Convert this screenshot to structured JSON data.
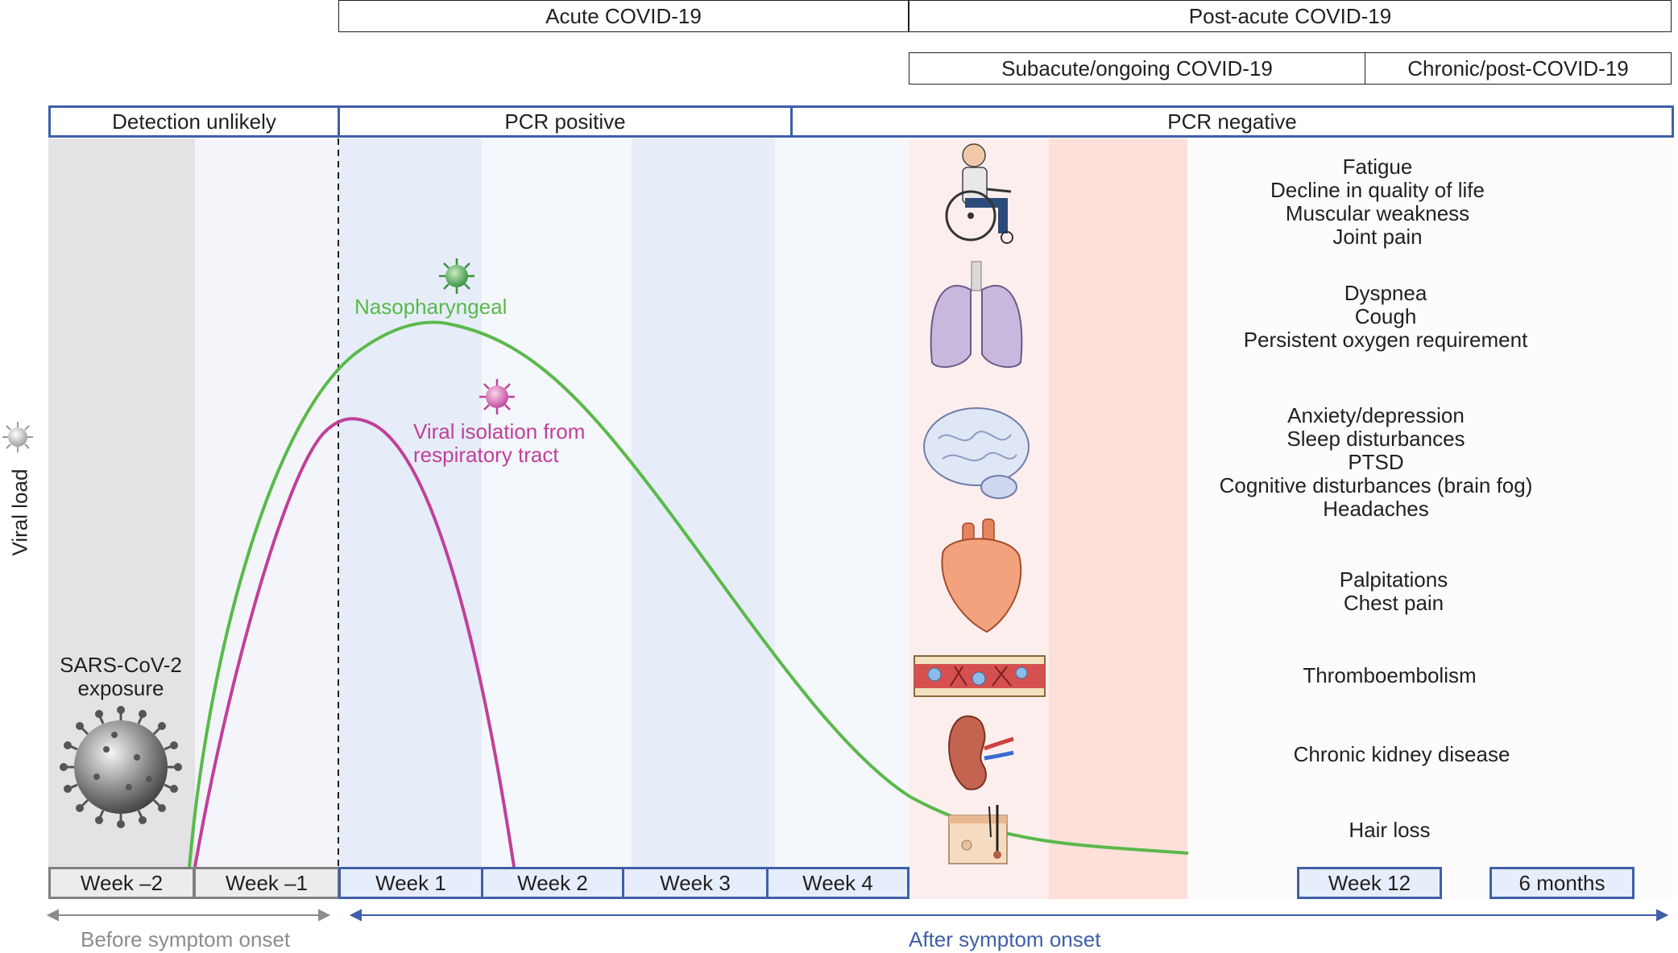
{
  "phases": {
    "acute": "Acute COVID-19",
    "post_acute": "Post-acute COVID-19",
    "subacute": "Subacute/ongoing COVID-19",
    "chronic": "Chronic/post-COVID-19"
  },
  "detection": {
    "unlikely": "Detection unlikely",
    "pcr_positive": "PCR positive",
    "pcr_negative": "PCR negative"
  },
  "weeks": [
    "Week –2",
    "Week –1",
    "Week 1",
    "Week 2",
    "Week 3",
    "Week 4",
    "Week 12",
    "6 months"
  ],
  "y_axis_label": "Viral load",
  "exposure": [
    "SARS-CoV-2",
    "exposure"
  ],
  "curves": {
    "nasopharyngeal": "Nasopharyngeal",
    "isolation_line1": "Viral isolation from",
    "isolation_line2": "respiratory tract"
  },
  "timeline": {
    "before": "Before symptom onset",
    "after": "After symptom onset"
  },
  "symptom_groups": [
    [
      "Fatigue",
      "Decline in quality of life",
      "Muscular weakness",
      "Joint pain"
    ],
    [
      "Dyspnea",
      "Cough",
      "Persistent oxygen requirement"
    ],
    [
      "Anxiety/depression",
      "Sleep disturbances",
      "PTSD",
      "Cognitive disturbances (brain fog)",
      "Headaches"
    ],
    [
      "Palpitations",
      "Chest pain"
    ],
    [
      "Thromboembolism"
    ],
    [
      "Chronic kidney disease"
    ],
    [
      "Hair loss"
    ]
  ],
  "organ_icons": [
    "wheelchair-person-icon",
    "lungs-icon",
    "brain-icon",
    "heart-icon",
    "blood-vessel-icon",
    "kidney-icon",
    "skin-hair-icon"
  ],
  "colors": {
    "nasopharyngeal": "#5ab94a",
    "isolation": "#c0409a",
    "box_blue": "#3f5fa8",
    "grey": "#7f7f7f",
    "timeline_blue": "#3f5fa8"
  }
}
